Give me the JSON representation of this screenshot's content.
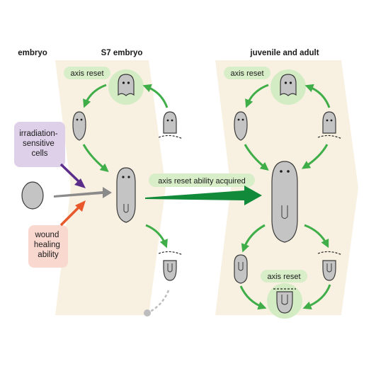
{
  "headers": {
    "embryo": "embryo",
    "s7_embryo": "S7 embryo",
    "juvenile_adult": "juvenile and adult"
  },
  "pills": {
    "axis_reset_left": "axis reset",
    "axis_reset_right_top": "axis reset",
    "axis_reset_right_bottom": "axis reset",
    "acquired": "axis reset ability acquired"
  },
  "boxes": {
    "irradiation": [
      "irradiation-",
      "sensitive",
      "cells"
    ],
    "wound": [
      "wound",
      "healing",
      "ability"
    ]
  },
  "colors": {
    "panel_bg": "#f8f1e1",
    "green_arrow": "#3fae49",
    "dark_green_arrow": "#118a3a",
    "pill_fill": "#d8eec8",
    "purple_box": "#ddd0e8",
    "purple_arrow": "#5b2d8a",
    "salmon_box": "#f9d9cf",
    "orange_arrow": "#e8582a",
    "gray_arrow": "#8a8a8a",
    "worm_fill": "#c4c4c4"
  }
}
